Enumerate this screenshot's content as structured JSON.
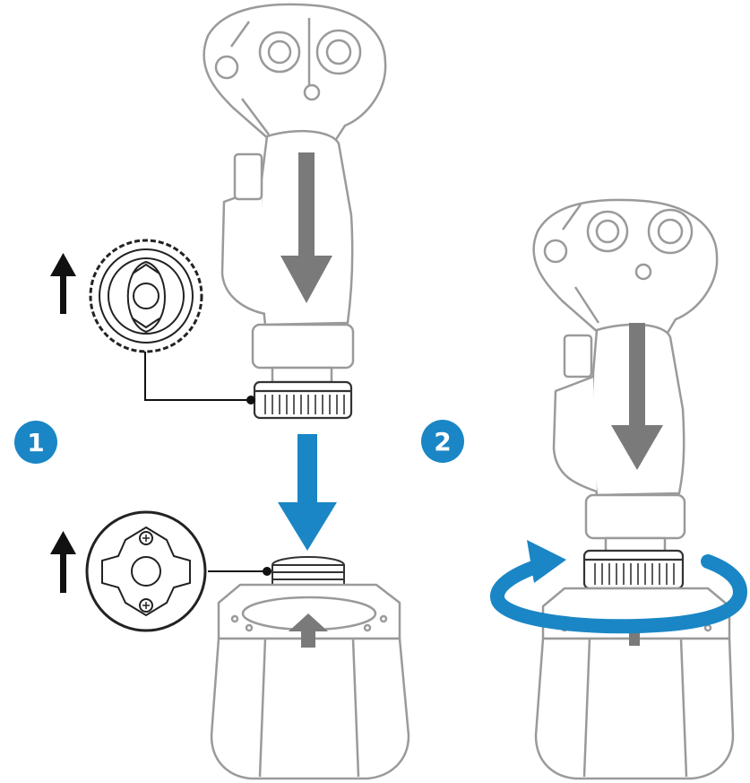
{
  "steps": [
    {
      "label": "1"
    },
    {
      "label": "2"
    }
  ],
  "colors": {
    "badge": "#1a86c5",
    "accent_arrow": "#1a86c5",
    "gray_arrow": "#7a7a7a",
    "outline": "#9a9a9a",
    "callout_arrow": "#111111"
  },
  "icons": {
    "step1_detail_top": "collar-detail",
    "step1_detail_bottom": "base-plate-detail",
    "step2_rotation": "rotation-arrow"
  }
}
